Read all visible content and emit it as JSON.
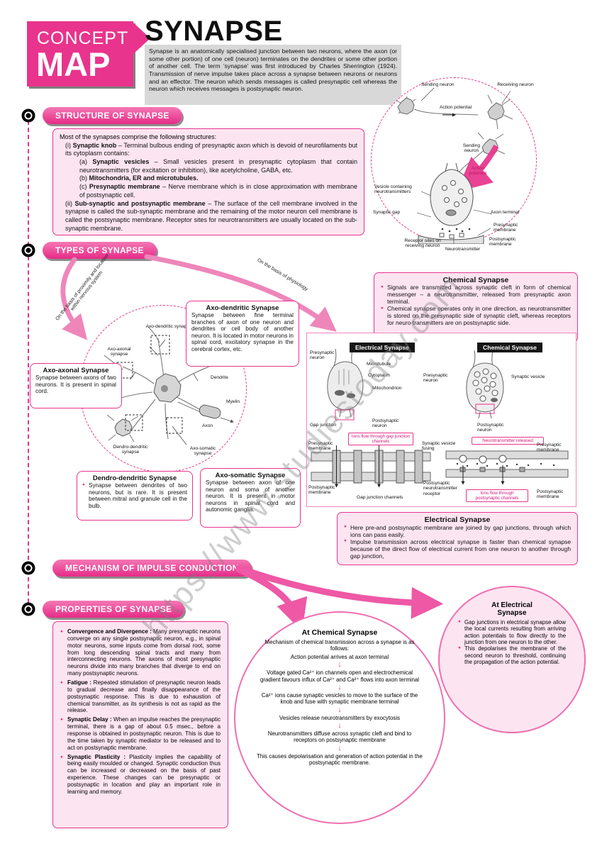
{
  "page": {
    "watermark": "https://www.studiestoday.com"
  },
  "icons": {
    "down_arrow": "↓"
  },
  "header": {
    "brand_top": "CONCEPT",
    "brand_bottom": "MAP",
    "title": "SYNAPSE",
    "intro": "Synapse is an anatomically specialised junction between two neurons, where the axon (or some other portion) of one cell (neuron) terminates on the dendrites or some other portion of another cell. The term 'synapse' was first introduced by Charles Sherrington (1924). Transmission of nerve impulse takes place across a synapse between neurons or neurons and an effector. The neuron which sends messages is called presynaptic cell whereas the neuron which receives messages is postsynaptic neuron."
  },
  "structure": {
    "pill": "STRUCTURE OF SYNAPSE",
    "intro": "Most of the synapses comprise the following structures:",
    "items": [
      {
        "pre": "(i) ",
        "bold": "Synaptic knob",
        "rest": " – Terminal bulbous ending of presynaptic axon which is devoid of neurofilaments but its cytoplasm contains:"
      },
      {
        "pre": "(a) ",
        "bold": "Synaptic vesicles",
        "rest": " – Small vesicles present in presynaptic cytoplasm that contain neurotransmitters (for excitation or inhibition), like acetylcholine, GABA, etc."
      },
      {
        "pre": "(b) ",
        "bold": "Mitochondria, ER and microtubules.",
        "rest": ""
      },
      {
        "pre": "(c) ",
        "bold": "Presynaptic membrane",
        "rest": " – Nerve membrane which is in close approximation with membrane of postsynaptic cell."
      },
      {
        "pre": "(ii) ",
        "bold": "Sub-synaptic and postsynaptic membrane",
        "rest": " – The surface of the cell membrane involved in the synapse is called the sub-synaptic membrane and the remaining of the motor neuron cell membrane is called the postsynaptic membrane. Receptor sites for neurotransmitters are usually located on the sub-synaptic membrane."
      }
    ]
  },
  "overview_diagram": {
    "labels": {
      "sending_neuron_top": "Sending neuron",
      "receiving_neuron": "Receiving neuron",
      "action_potential_top": "Action potential",
      "sending_neuron_mid": "Sending neuron",
      "action_potential_mid": "Action potential",
      "vesicle": "Vesicle containing neurotransmitters",
      "synaptic_gap": "Synaptic gap",
      "axon_terminal": "Axon terminal",
      "presynaptic_membrane": "Presynaptic membrane",
      "postsynaptic_membrane": "Postsynaptic membrane",
      "receptor_sites": "Receptor sites on receiving neuron",
      "neurotransmitter": "Neurotransmitter"
    }
  },
  "types": {
    "pill": "TYPES OF SYNAPSE",
    "arrow_left": "On the basis of proximity and location within nervous system",
    "arrow_right": "On the basis of physiology",
    "axo_dendritic": {
      "title": "Axo-dendritic Synapse",
      "text": "Synapse between fine terminal branches of axon of one neuron and dendrites or cell body of another neuron. It is located in motor neurons in spinal cord, excitatory synapse in the cerebral cortex, etc."
    },
    "axo_axonal": {
      "title": "Axo-axonal Synapse",
      "text": "Synapse between axons of two neurons. It is present in spinal cord."
    },
    "dendro_dendritic": {
      "title": "Dendro-dendritic Synapse",
      "text": "Synapse between dendrites of two neurons, but is rare. It is present between mitral and granule cell in the bulb."
    },
    "axo_somatic": {
      "title": "Axo-somatic Synapse",
      "text": "Synapse between axon of one neuron and soma of another neuron. It is present in motor neurons in spinal cord and autonomic ganglia."
    },
    "neuron_labels": {
      "axo_dendritic": "Axo-dendritic synapse",
      "axo_axonal": "Axo-axonal synapse",
      "dendrite": "Dendrite",
      "myelin": "Myelin",
      "axon": "Axon",
      "dendro_dendritic": "Dendro-dendritic synapse",
      "axo_somatic": "Axo-somatic synapse"
    }
  },
  "chemical": {
    "title": "Chemical Synapse",
    "bullets": [
      "Signals are transmitted across synaptic cleft in form of chemical messenger – a neurotransmitter, released from presynaptic axon terminal.",
      "Chemical synapse operates only in one direction, as neurotransmitter is stored on the presynaptic side of synaptic cleft, whereas receptors for neuro-transmitters are on postsynaptic side."
    ]
  },
  "comparison": {
    "electrical_header": "Electrical Synapse",
    "chemical_header": "Chemical Synapse",
    "labels": {
      "presynaptic_neuron_l": "Presynaptic neuron",
      "microtubule": "Microtubule",
      "cytoplasm": "Cytoplasm",
      "mitochondrion": "Mitochondrion",
      "gap_junction": "Gap junction",
      "postsynaptic_neuron_l": "Postsynaptic neuron",
      "ions_gap": "Ions flow through gap junction channels",
      "presynaptic_membrane_l": "Presynaptic membrane",
      "postsynaptic_membrane_l": "Postsynaptic membrane",
      "gap_junction_channels": "Gap junction channels",
      "presynaptic_neuron_r": "Presynaptic neuron",
      "synaptic_vesicle": "Synaptic vesicle",
      "synaptic_vesicle_fusing": "Synaptic vesicle fusing",
      "postsynaptic_neuron_r": "Postsynaptic neuron",
      "neurotransmitter_released": "Neurotransmitter released",
      "presynaptic_membrane_r": "Presynaptic membrane",
      "postsynaptic_receptor": "Postsynaptic neurotransmitter receptor",
      "ions_postsynaptic": "Ions flow through postsynaptic channels",
      "postsynaptic_membrane_r": "Postsynaptic membrane"
    }
  },
  "electrical": {
    "title": "Electrical Synapse",
    "bullets": [
      "Here pre-and postsynaptic membrane are joined by gap junctions, through which ions can pass easily.",
      "Impulse transmission across electrical synapse is faster than chemical synapse because of the direct flow of electrical current from one neuron to another through gap junction,"
    ]
  },
  "mechanism": {
    "pill": "MECHANISM OF IMPULSE CONDUCTION"
  },
  "properties": {
    "pill": "PROPERTIES OF SYNAPSE",
    "items": [
      {
        "bold": "Convergence and Divergence :",
        "text": "Many presynaptic neurons converge on any single postsynaptic neuron, e.g., in spinal motor neurons, some inputs come from dorsal root, some from long descending spinal tracts and many from interconnecting neurons. The axons of most presynaptic neurons divide into many branches that diverge to end on many postsynaptic neurons."
      },
      {
        "bold": "Fatigue :",
        "text": "Repeated stimulation of presynaptic neuron leads to gradual decrease and finally disappearance of the postsynaptic response. This is due to exhaustion of chemical transmitter, as its synthesis is not as rapid as the release."
      },
      {
        "bold": "Synaptic Delay :",
        "text": "When an impulse reaches the presynaptic terminal, there is a gap of about 0.5 msec., before a response is obtained in postsynaptic neuron. This is due to the time taken by synaptic mediator to be released and to act on postsynaptic membrane."
      },
      {
        "bold": "Synaptic Plasticity :",
        "text": "Plasticity implies the capability of being easily moulded or changed. Synaptic conduction thus can be increased or decreased on the basis of past experience. These changes can be presynaptic or postsynaptic in location and play an important role in learning and memory."
      }
    ]
  },
  "at_chemical": {
    "title": "At Chemical Synapse",
    "intro": "Mechanism of chemical transmission across a synapse is as follows:",
    "steps": [
      "Action potential arrives at axon terminal",
      "Voltage gated Ca²⁺ ion channels open and electrochemical gradient favours influx of Ca²⁺ and Ca²⁺ flows into axon terminal",
      "Ca²⁺ ions cause synaptic vesicles to move to the surface of the knob and fuse with synaptic membrane terminal",
      "Vesicles release neurotransmitters by exocytosis",
      "Neurotransmitters diffuse across synaptic cleft and bind to receptors on postsynaptic membrane",
      "This causes depolarisation and generation of action potential in the postsynaptic membrane."
    ]
  },
  "at_electrical": {
    "title": "At Electrical Synapse",
    "bullets": [
      "Gap junctions in electrical synapse allow the local currents resulting from arriving action potentials to flow directly to the junction from one neuron to the other.",
      "This depolarises the membrane of the second neuron to threshold, continuing the propagation of the action potential."
    ]
  }
}
